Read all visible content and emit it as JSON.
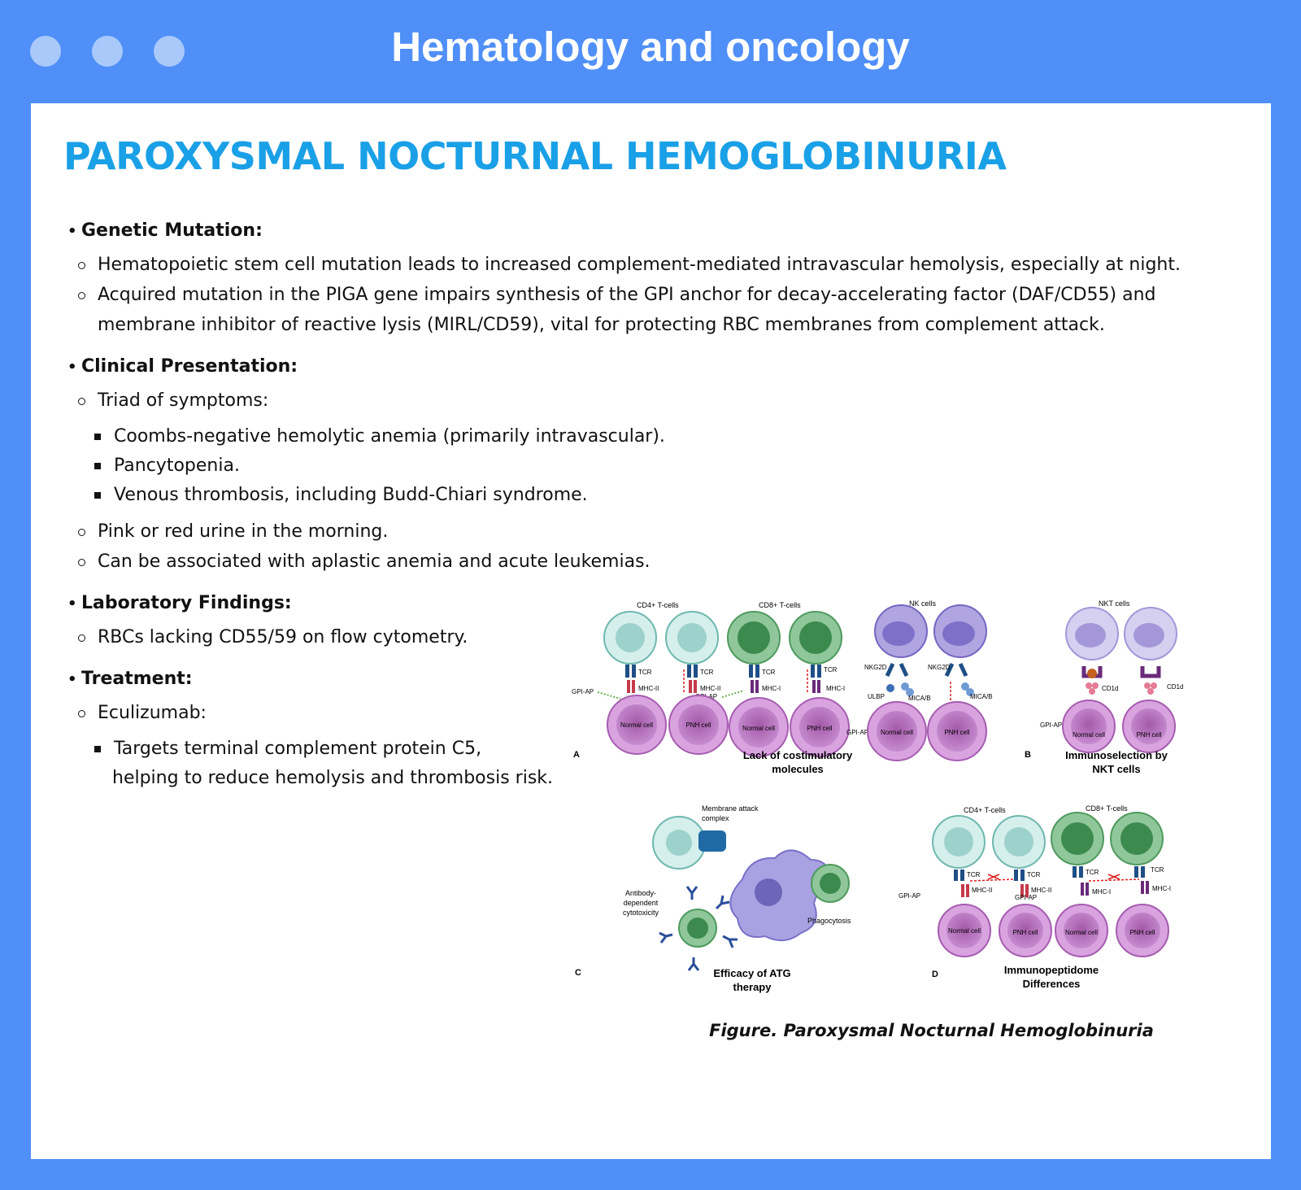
{
  "window": {
    "title": "Hematology and oncology"
  },
  "page": {
    "title": "PAROXYSMAL NOCTURNAL HEMOGLOBINURIA"
  },
  "sections": {
    "genetic": {
      "heading": "Genetic Mutation:",
      "items": [
        "Hematopoietic stem cell mutation leads to increased complement-mediated intravascular hemolysis, especially at night.",
        "Acquired mutation in the PIGA gene impairs synthesis of the GPI anchor for decay-accelerating factor (DAF/CD55) and membrane inhibitor of reactive lysis (MIRL/CD59), vital for protecting RBC membranes from complement attack."
      ]
    },
    "clinical": {
      "heading": "Clinical Presentation:",
      "triad_label": "Triad of symptoms:",
      "triad": [
        "Coombs-negative hemolytic anemia (primarily intravascular).",
        "Pancytopenia.",
        "Venous thrombosis, including Budd-Chiari syndrome."
      ],
      "items": [
        "Pink or red urine in the morning.",
        "Can be associated with aplastic anemia and acute leukemias."
      ]
    },
    "lab": {
      "heading": "Laboratory Findings:",
      "items": [
        "RBCs lacking CD55/59 on flow cytometry."
      ]
    },
    "treatment": {
      "heading": "Treatment:",
      "drug": "Eculizumab:",
      "details": [
        "Targets terminal complement protein C5,",
        "helping to reduce hemolysis and thrombosis risk."
      ]
    }
  },
  "figure": {
    "caption": "Figure. Paroxysmal Nocturnal Hemoglobinuria",
    "panelA": {
      "letter": "A",
      "title": [
        "Lack of costimulatory",
        "molecules"
      ],
      "cd4": "CD4+ T-cells",
      "cd8": "CD8+ T-cells",
      "nk": "NK cells",
      "tcr": "TCR",
      "mhc2": "MHC-II",
      "mhc1": "MHC-I",
      "gpiap": "GPI-AP",
      "nkg2d": "NKG2D",
      "ulbp": "ULBP",
      "mica": "MICA/B",
      "normal": "Normal cell",
      "pnh": "PNH cell"
    },
    "panelB": {
      "letter": "B",
      "title": [
        "Immunoselection by",
        "NKT cells"
      ],
      "nkt": "NKT cells",
      "cd1d": "CD1d",
      "gpiap": "GPI-AP",
      "normal": "Normal cell",
      "pnh": "PNH cell"
    },
    "panelC": {
      "letter": "C",
      "title": [
        "Efficacy of ATG",
        "therapy"
      ],
      "mac": [
        "Membrane attack",
        "complex"
      ],
      "adcc": [
        "Antibody-",
        "dependent",
        "cytotoxicity"
      ],
      "phago": "Phagocytosis"
    },
    "panelD": {
      "letter": "D",
      "title": [
        "Immunopeptidome",
        "Differences"
      ],
      "cd4": "CD4+ T-cells",
      "cd8": "CD8+ T-cells",
      "tcr": "TCR",
      "mhc2": "MHC-II",
      "mhc1": "MHC-I",
      "gpiap": "GPI-AP",
      "normal": "Normal cell",
      "pnh": "PNH cell"
    }
  }
}
